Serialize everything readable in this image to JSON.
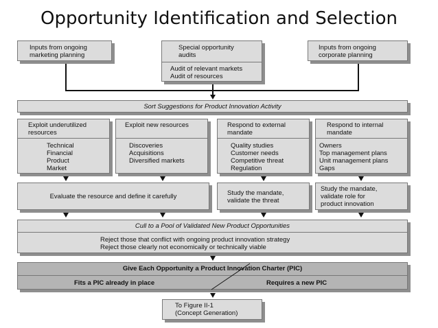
{
  "title": "Opportunity Identification and Selection",
  "inputs": {
    "marketing": "Inputs from ongoing\nmarketing planning",
    "special": "Special opportunity\naudits",
    "special_sub": "Audit of relevant markets\nAudit of resources",
    "corporate": "Inputs from ongoing\ncorporate planning"
  },
  "sort": "Sort Suggestions for Product Innovation Activity",
  "columns": [
    {
      "head": "Exploit underutilized\nresources",
      "items": "Technical\nFinancial\nProduct\nMarket"
    },
    {
      "head": "Exploit new resources",
      "items": "Discoveries\nAcquisitions\nDiversified markets"
    },
    {
      "head": "Respond to external\nmandate",
      "items": "Quality studies\nCustomer needs\nCompetitive threat\nRegulation"
    },
    {
      "head": "Respond to internal\nmandate",
      "items": "Owners\nTop management plans\nUnit management plans\nGaps"
    }
  ],
  "evaluate": "Evaluate the resource and define it carefully",
  "study_external": "Study the mandate,\nvalidate the threat",
  "study_internal": "Study the mandate,\nvalidate role for\nproduct innovation",
  "cull": {
    "head": "Cull to a Pool of Validated New Product Opportunities",
    "body": "Reject those that conflict with ongoing product innovation strategy\nReject those clearly not economically or technically viable"
  },
  "pic": {
    "head": "Give Each Opportunity a Product Innovation Charter (PIC)",
    "left": "Fits a PIC already in place",
    "right": "Requires a new PIC"
  },
  "next": "To Figure II-1\n(Concept Generation)"
}
